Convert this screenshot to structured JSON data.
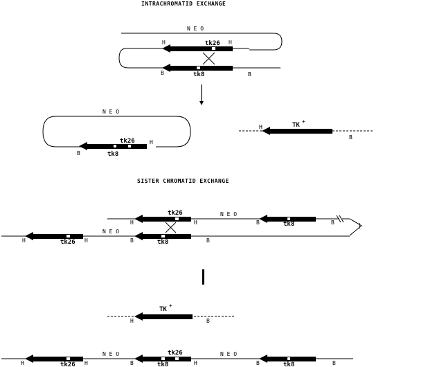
{
  "titles": {
    "intra": "INTRACHROMATID EXCHANGE",
    "sister": "SISTER CHROMATID EXCHANGE"
  },
  "labels": {
    "neo": "N E O",
    "h": "H",
    "b": "B",
    "tk26": "tk26",
    "tk8": "tk8",
    "tk_plus": "TK",
    "plus": "+"
  },
  "colors": {
    "ink": "#000000",
    "background": "#ffffff"
  }
}
